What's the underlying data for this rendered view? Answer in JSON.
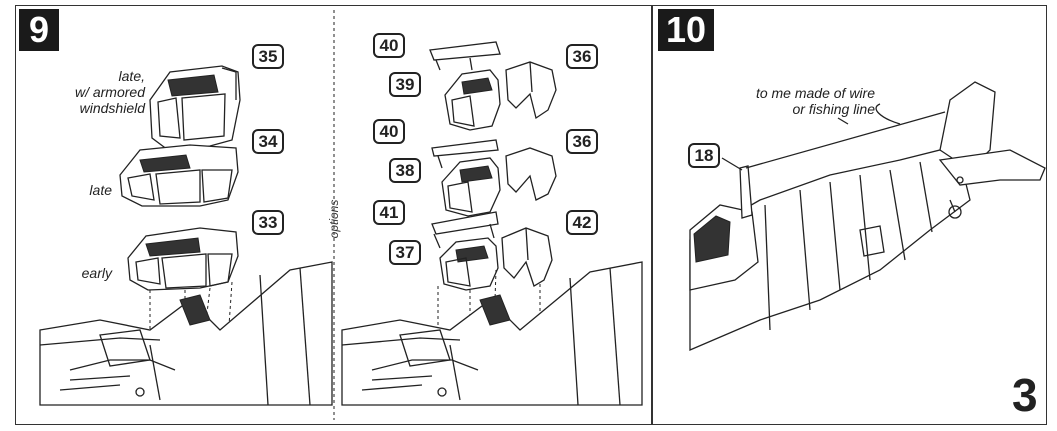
{
  "steps": {
    "nine": "9",
    "ten": "10"
  },
  "labels": {
    "late_armored": [
      "late,",
      "w/ armored",
      "windshield"
    ],
    "late": "late",
    "early": "early",
    "options": "options",
    "wire_note": [
      "to me made of wire",
      "or fishing line"
    ]
  },
  "parts": {
    "p35": "35",
    "p34": "34",
    "p33": "33",
    "p40a": "40",
    "p39": "39",
    "p36a": "36",
    "p40b": "40",
    "p38": "38",
    "p36b": "36",
    "p41": "41",
    "p37": "37",
    "p42": "42",
    "p18": "18"
  },
  "page_number": "3"
}
